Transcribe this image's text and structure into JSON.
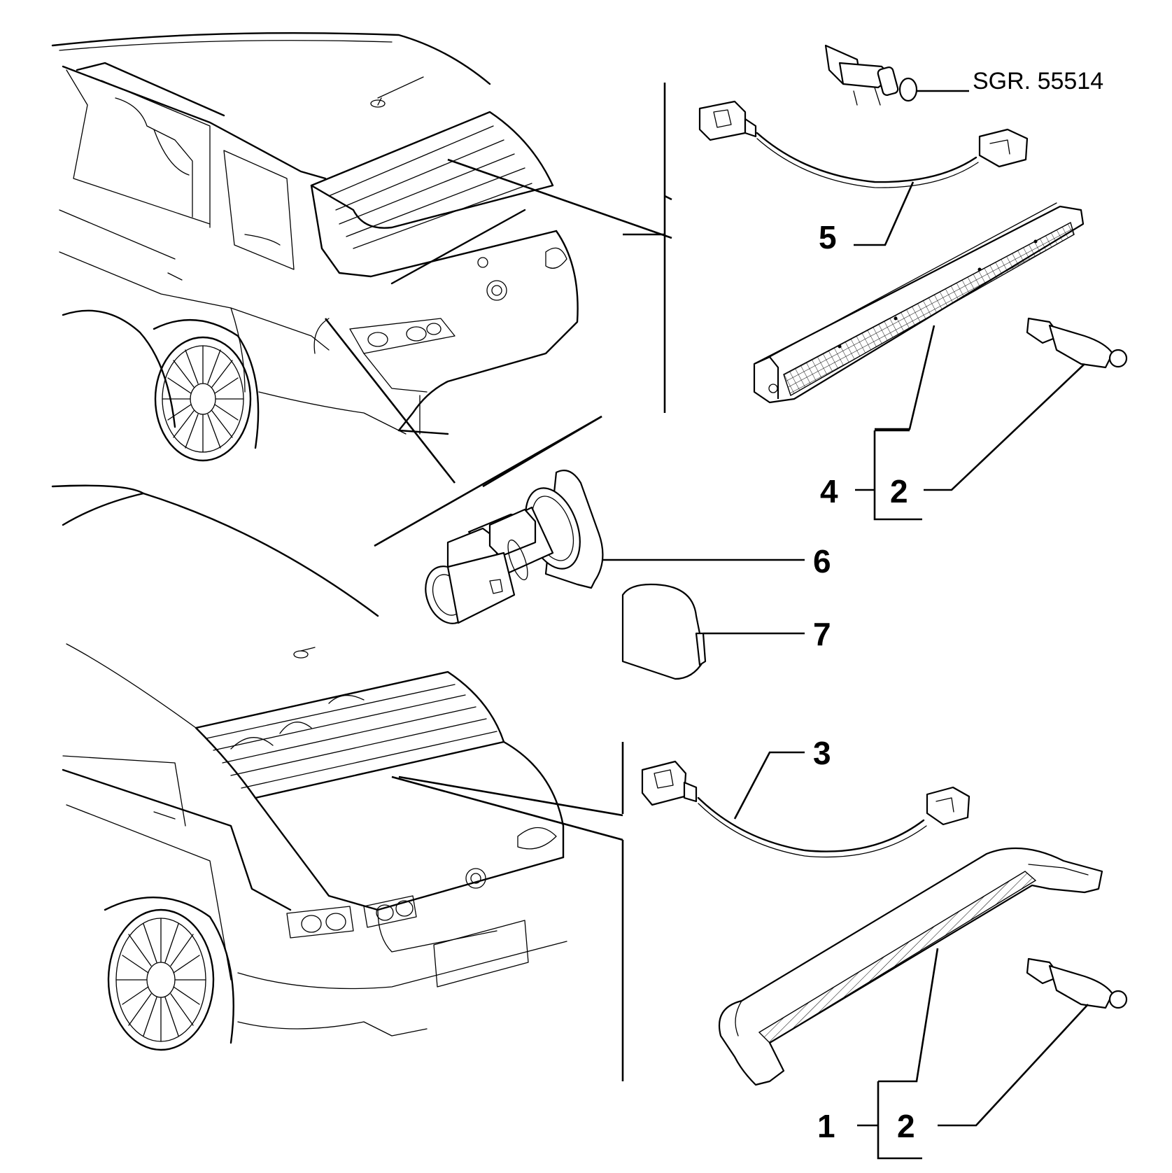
{
  "reference": "SGR. 55514",
  "callouts": {
    "c1": "1",
    "c2a": "2",
    "c2b": "2",
    "c3": "3",
    "c4": "4",
    "c5": "5",
    "c6": "6",
    "c7": "7"
  }
}
